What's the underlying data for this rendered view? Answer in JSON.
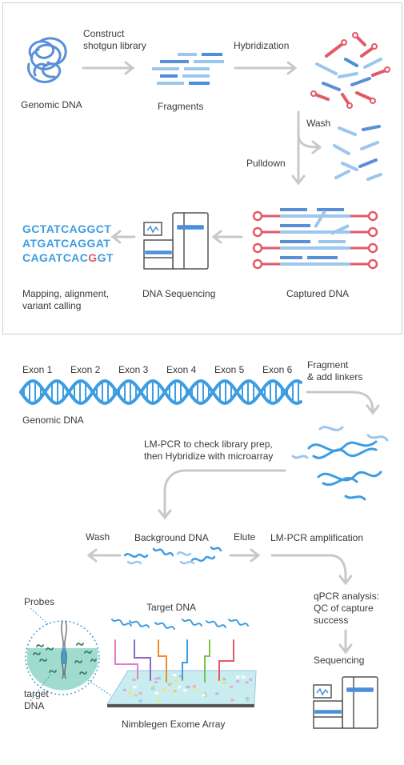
{
  "top_panel": {
    "genomic_dna": "Genomic DNA",
    "construct": "Construct\nshotgun library",
    "fragments": "Fragments",
    "hybridization": "Hybridization",
    "wash": "Wash",
    "pulldown": "Pulldown",
    "captured_dna": "Captured DNA",
    "dna_sequencing": "DNA Sequencing",
    "mapping": "Mapping, alignment,\nvariant calling",
    "sequences": [
      {
        "main": "GCTATCAGGCT",
        "highlight": "",
        "tail": ""
      },
      {
        "main": "ATGATCAGGAT",
        "highlight": "",
        "tail": ""
      },
      {
        "main": "CAGATCAC",
        "highlight": "G",
        "tail": "GT"
      }
    ]
  },
  "bottom_panel": {
    "exons": [
      "Exon 1",
      "Exon 2",
      "Exon 3",
      "Exon 4",
      "Exon 5",
      "Exon 6"
    ],
    "genomic_dna": "Genomic DNA",
    "fragment": "Fragment\n& add linkers",
    "lmpcr_check": "LM-PCR to check library prep,\nthen Hybridize with microarray",
    "wash": "Wash",
    "background_dna": "Background DNA",
    "elute": "Elute",
    "lmpcr_amp": "LM-PCR amplification",
    "probes": "Probes",
    "target_dna_top": "Target DNA",
    "target_dna_side": "target\nDNA",
    "qpcr": "qPCR analysis:\nQC of capture\nsuccess",
    "sequencing": "Sequencing",
    "array": "Nimblegen Exome Array"
  },
  "colors": {
    "blue": "#4a8fd8",
    "light_blue": "#9cc6ee",
    "dark_blue": "#5a7fc4",
    "red": "#e25a66",
    "arrow": "#c8c8c8",
    "teal": "#8fd6c4",
    "dna": "#3e9de0"
  }
}
